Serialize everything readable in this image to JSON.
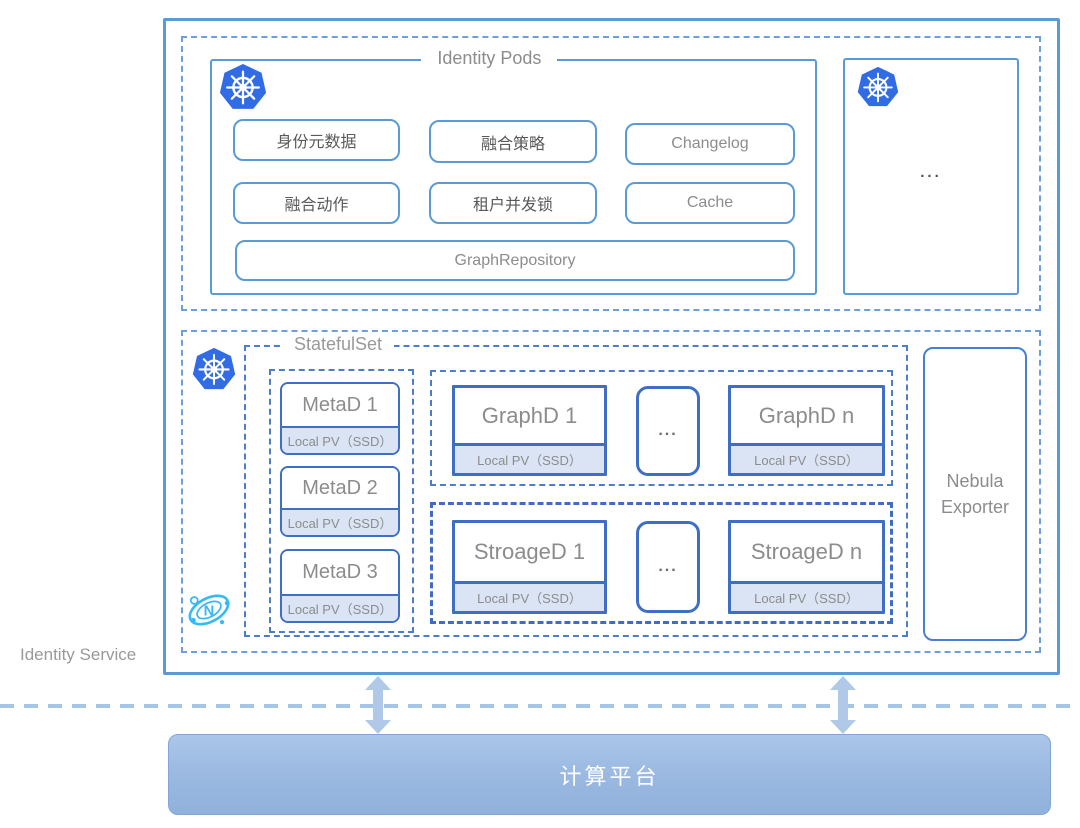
{
  "diagram": {
    "identity_service_label": "Identity Service",
    "compute_platform_label": "计算平台"
  },
  "identity_pods": {
    "title": "Identity Pods",
    "row1": [
      "身份元数据",
      "融合策略",
      "Changelog"
    ],
    "row2": [
      "融合动作",
      "租户并发锁",
      "Cache"
    ],
    "row3": "GraphRepository"
  },
  "more_pods": {
    "ellipsis": "..."
  },
  "statefulset": {
    "title": "StatefulSet",
    "pv_label": "Local PV（SSD）",
    "metad": [
      {
        "name": "MetaD 1",
        "pv": "Local PV（SSD）"
      },
      {
        "name": "MetaD 2",
        "pv": "Local PV（SSD）"
      },
      {
        "name": "MetaD 3",
        "pv": "Local PV（SSD）"
      }
    ],
    "graphd": {
      "first": {
        "name": "GraphD 1",
        "pv": "Local PV（SSD）"
      },
      "ellipsis": "...",
      "last": {
        "name": "GraphD n",
        "pv": "Local PV（SSD）"
      }
    },
    "stroaged": {
      "first": {
        "name": "StroageD 1",
        "pv": "Local PV（SSD）"
      },
      "ellipsis": "...",
      "last": {
        "name": "StroageD n",
        "pv": "Local PV（SSD）"
      }
    }
  },
  "nebula_exporter": {
    "line1": "Nebula",
    "line2": "Exporter"
  },
  "icons": {
    "kubernetes": "kubernetes-icon",
    "nebula_graph": "nebula-graph-icon",
    "double_arrow": "double-arrow-icon"
  },
  "colors": {
    "accent_blue": "#5B9BD5",
    "pod_border_blue": "#3E6FC4",
    "dashed_light_blue": "#6D9EDD",
    "dashed_dark_blue": "#4D7CC9",
    "pv_fill": "#DAE4F4",
    "k8s_blue": "#326CE5",
    "nebula_cyan": "#35BAF6",
    "platform_fill_top": "#ABC6E9",
    "platform_fill_bottom": "#90B1DB",
    "arrow_fill": "#B0C9E9",
    "label_gray": "#8C8C8C"
  }
}
